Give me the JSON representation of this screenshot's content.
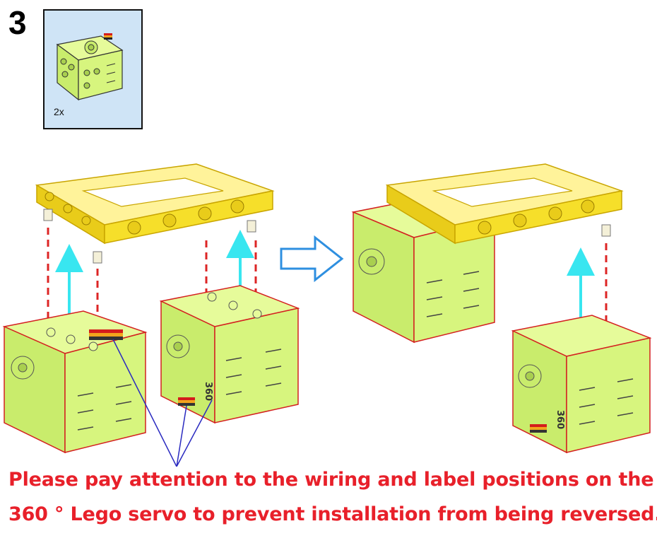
{
  "step": {
    "number": "3"
  },
  "parts": {
    "quantity": "2x"
  },
  "note": {
    "line1": "Please pay attention to the wiring and label positions on the",
    "line2": "360 ° Lego servo to prevent installation from being reversed."
  },
  "servo_label": "360",
  "colors": {
    "beam": "#f6df2a",
    "servo": "#d7f57e",
    "outline_red": "#d42020",
    "guide_dash": "#dd2525",
    "arrow_cyan": "#38e6f0",
    "arrow_blue": "#2e8fe0",
    "wire_blue": "#2a2ac0",
    "text_red": "#e8202a"
  }
}
